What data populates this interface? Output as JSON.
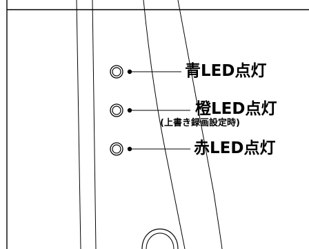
{
  "callouts": [
    {
      "label": "青LED点灯"
    },
    {
      "label": "橙LED点灯",
      "note": "(上書き録画設定時)"
    },
    {
      "label": "赤LED点灯"
    }
  ]
}
